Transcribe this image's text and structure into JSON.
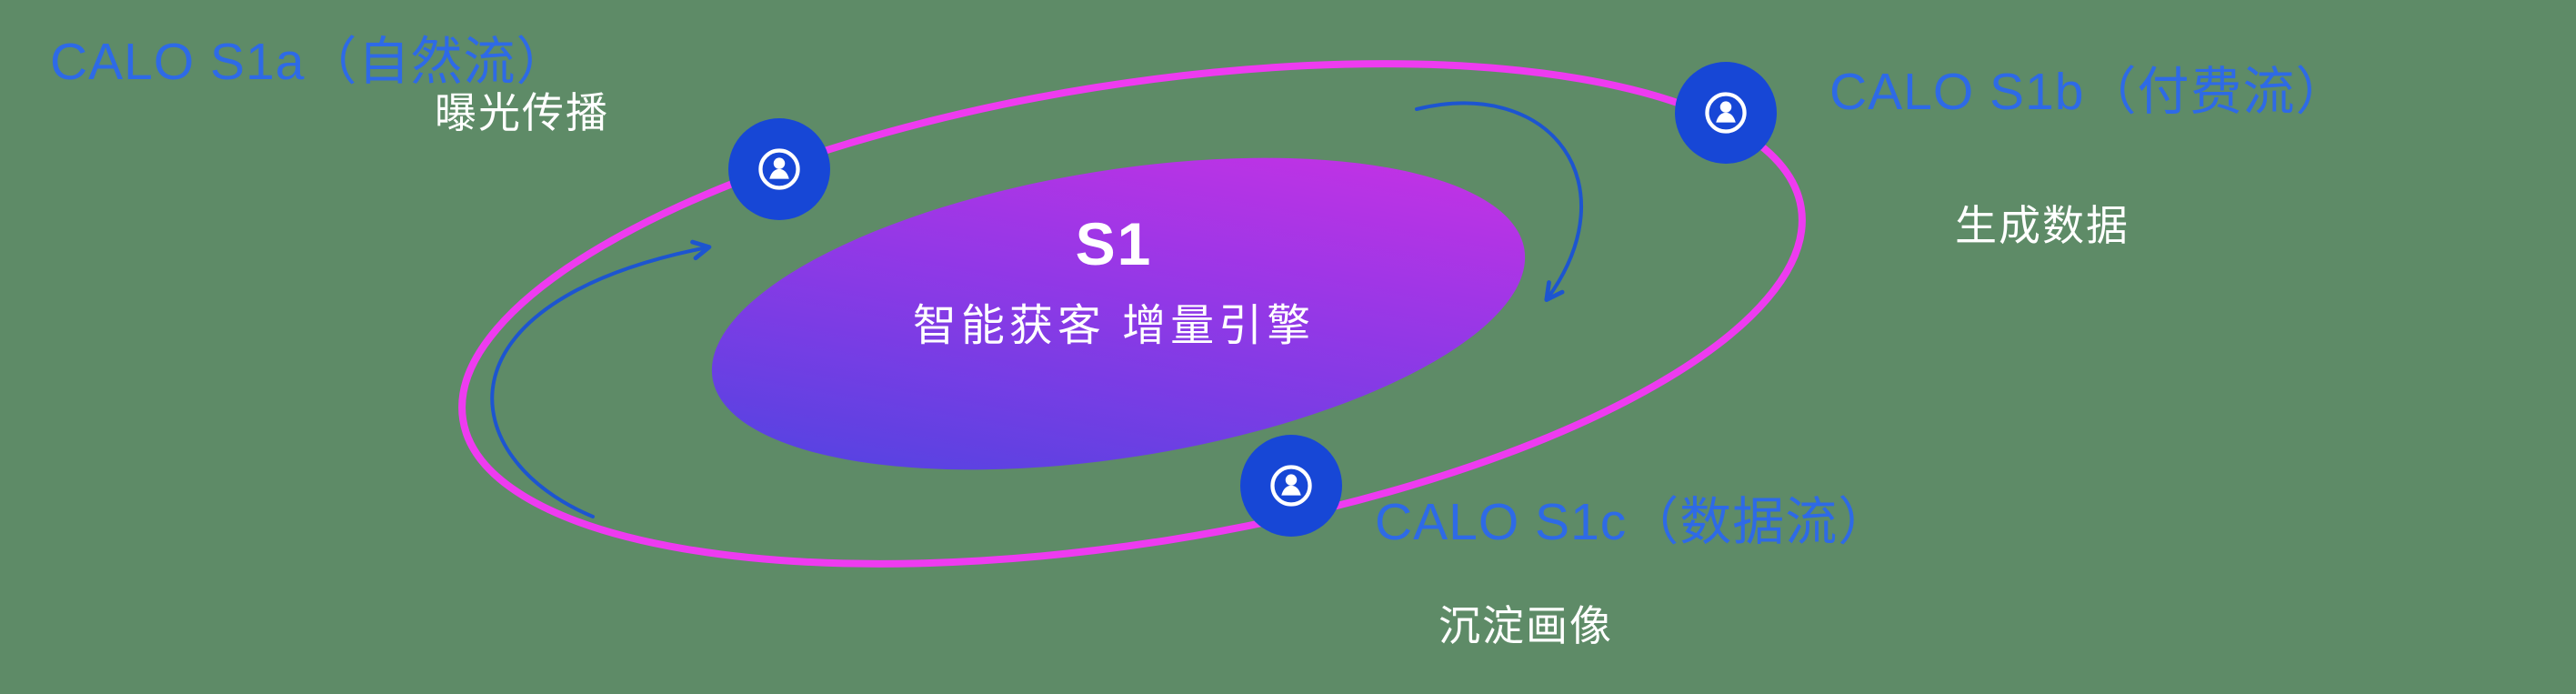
{
  "diagram": {
    "center": {
      "title": "S1",
      "subtitle": "智能获客  增量引擎"
    },
    "nodes": [
      {
        "id": "s1a",
        "title": "CALO S1a（自然流）",
        "subtitle": "曝光传播"
      },
      {
        "id": "s1b",
        "title": "CALO S1b（付费流）",
        "subtitle": "生成数据"
      },
      {
        "id": "s1c",
        "title": "CALO S1c（数据流）",
        "subtitle": "沉淀画像"
      }
    ],
    "colors": {
      "background": "#5e8b67",
      "ring": "#ee3bf0",
      "node_blue": "#1747d6",
      "title_blue": "#2e6ae6",
      "gradient_start": "#4546e0",
      "gradient_mid": "#9338e6",
      "gradient_end": "#d330e4",
      "arrow": "#1d55d0",
      "white_text": "#ffffff"
    }
  }
}
